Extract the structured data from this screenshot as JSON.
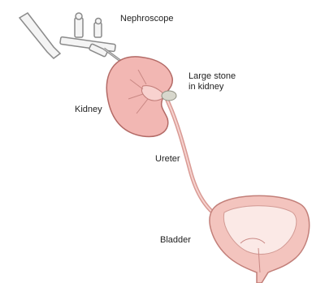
{
  "labels": {
    "nephroscope": "Nephroscope",
    "stone_line1": "Large stone",
    "stone_line2": "in kidney",
    "kidney": "Kidney",
    "ureter": "Ureter",
    "bladder": "Bladder"
  },
  "colors": {
    "kidney_fill": "#f2b7b3",
    "kidney_stroke": "#b36a66",
    "ureter": "#e7a7a1",
    "bladder_fill": "#f3c4be",
    "bladder_inner": "#fbe9e6",
    "instrument": "#9a9a9a",
    "stone": "#d7d7cc"
  }
}
